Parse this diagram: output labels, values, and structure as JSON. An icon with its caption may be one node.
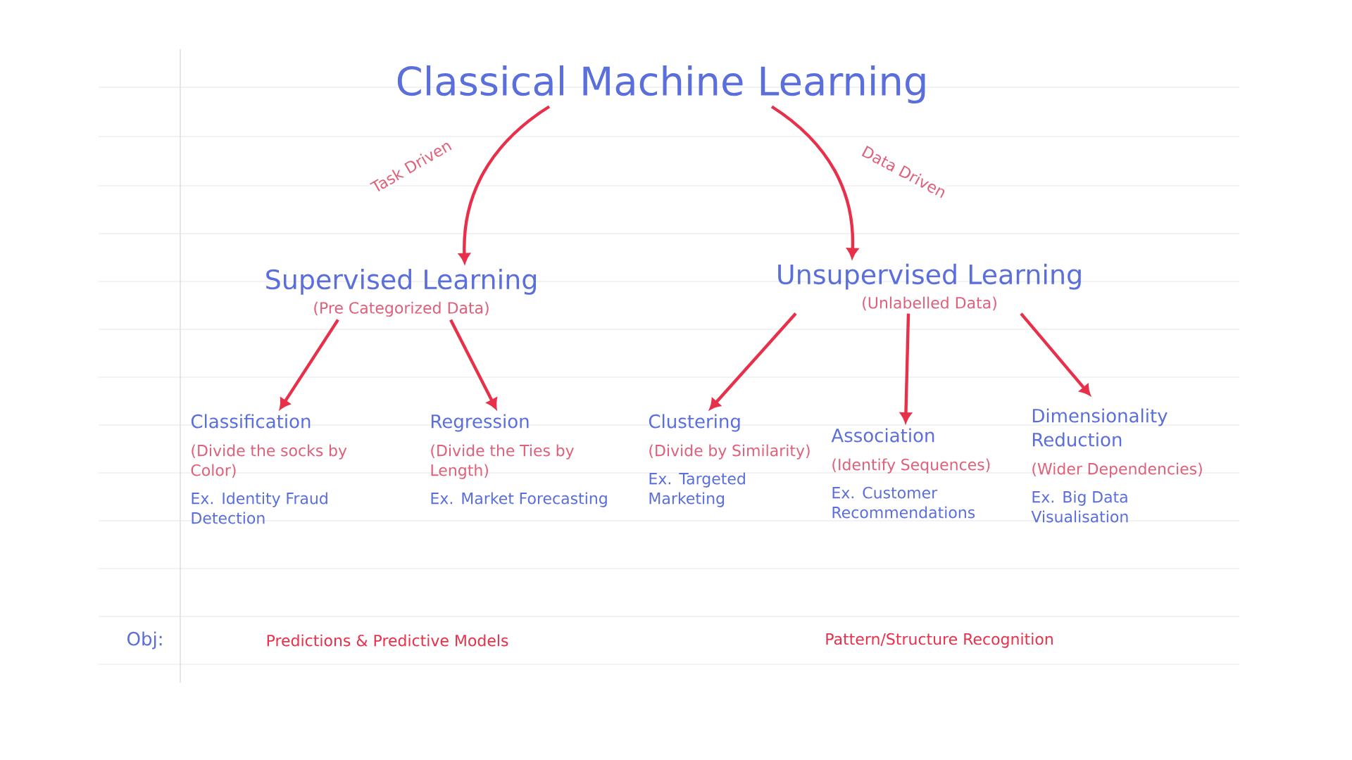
{
  "diagram": {
    "nodes": [
      {
        "text": [
          "Classical Machine Learning"
        ]
      },
      {
        "text": [
          "Supervised Learning",
          "(Pre Categorized Data)"
        ]
      },
      {
        "text": [
          "Unsupervised Learning",
          "(Unlabelled Data)"
        ]
      },
      {
        "text": [
          "Classification",
          "(Divide the socks by Color)",
          "Ex. Identity Fraud Detection"
        ]
      },
      {
        "text": [
          "Regression",
          "(Divide the Ties by Length)",
          "Ex. Market Forecasting"
        ]
      },
      {
        "text": [
          "Clustering",
          "(Divide by Similarity)",
          "Ex. Targeted Marketing"
        ]
      },
      {
        "text": [
          "Association",
          "(Identify Sequences)",
          "Ex. Customer Recommendations"
        ]
      },
      {
        "text": [
          "Dimensionality Reduction",
          "(Wider Dependencies)",
          "Ex. Big Data Visualisation"
        ]
      }
    ],
    "edges": [
      {
        "from": 0,
        "to": 1,
        "arrow": "to",
        "label": "Task Driven"
      },
      {
        "from": 0,
        "to": 2,
        "arrow": "to",
        "label": "Data Driven"
      },
      {
        "from": 1,
        "to": 3,
        "arrow": "to"
      },
      {
        "from": 1,
        "to": 4,
        "arrow": "to"
      },
      {
        "from": 2,
        "to": 5,
        "arrow": "to"
      },
      {
        "from": 2,
        "to": 6,
        "arrow": "to"
      },
      {
        "from": 2,
        "to": 7,
        "arrow": "to"
      }
    ],
    "labels": [
      "Obj:",
      "Predictions & Predictive Models",
      "Pattern/Structure Recognition"
    ]
  }
}
